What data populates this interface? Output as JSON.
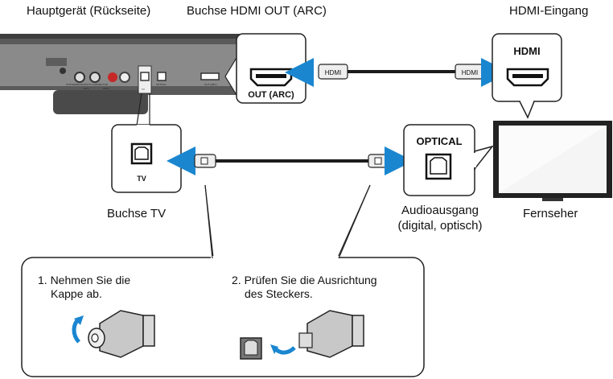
{
  "labels": {
    "main_unit": "Hauptgerät (Rückseite)",
    "hdmi_out_jack": "Buchse HDMI OUT (ARC)",
    "hdmi_input": "HDMI-Eingang",
    "tv_jack": "Buchse TV",
    "audio_output_line1": "Audioausgang",
    "audio_output_line2": "(digital, optisch)",
    "tv_set": "Fernseher"
  },
  "callouts": {
    "hdmi_out_big": "OUT (ARC)",
    "hdmi_tv_big": "HDMI",
    "optical_big": "OPTICAL",
    "tv_small": "TV",
    "cable_plug_label": "HDMI"
  },
  "panel_labels": {
    "connector": "SYSTEM/DIAGNOSTIC CONNECTOR",
    "out": "OUT",
    "aux1": "AUX1",
    "tv": "TV",
    "optical": "OPTICAL",
    "out_arc": "OUT (ARC)"
  },
  "steps": [
    {
      "line1": "1. Nehmen Sie die",
      "line2": "Kappe ab."
    },
    {
      "line1": "2. Prüfen Sie die Ausrichtung",
      "line2": "des Steckers."
    }
  ],
  "colors": {
    "arrow": "#1a86d0",
    "device": "#555555",
    "panel": "#8a8a8a",
    "red_jack": "#c62828",
    "tv_screen": "#f2f2f2"
  }
}
